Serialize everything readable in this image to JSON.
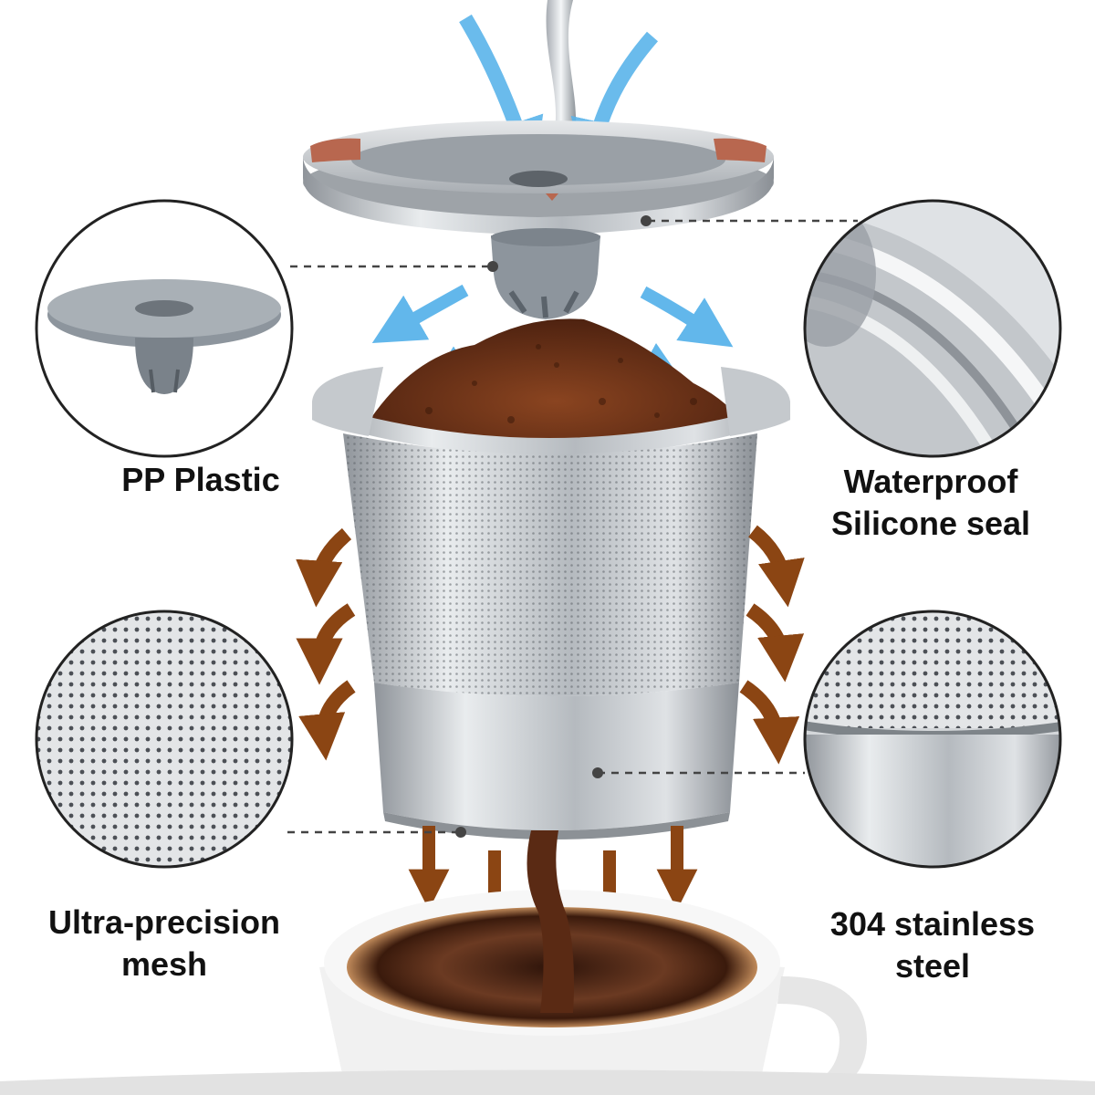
{
  "labels": {
    "pp_plastic": "PP Plastic",
    "silicone_seal_line1": "Waterproof",
    "silicone_seal_line2": "Silicone seal",
    "mesh_line1": "Ultra-precision",
    "mesh_line2": "mesh",
    "steel_line1": "304 stainless",
    "steel_line2": "steel"
  },
  "colors": {
    "background": "#ffffff",
    "water_arrows": "#5ab4ea",
    "coffee_arrows": "#8b4513",
    "steel": "#c9cdd1",
    "plastic": "#8d959d",
    "seal_accent": "#b8674f",
    "coffee_grounds": "#6b2f12",
    "brewed_coffee": "#4a2414",
    "cup": "#f4f4f4",
    "label_text": "#111111"
  }
}
